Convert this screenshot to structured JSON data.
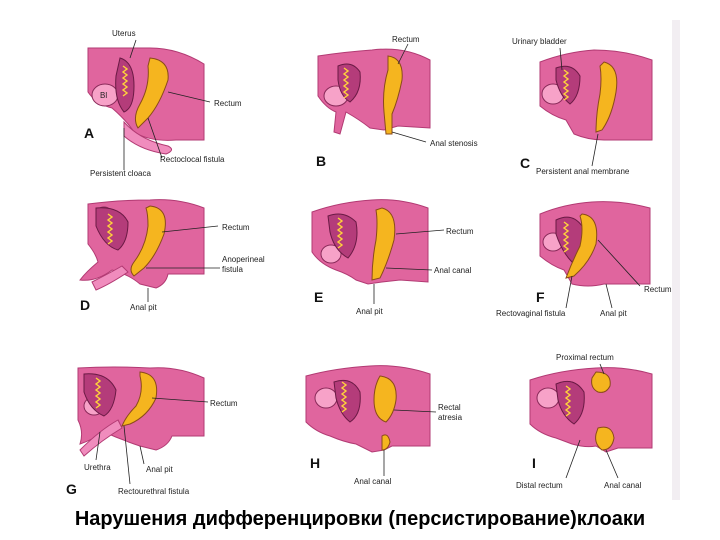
{
  "caption": "Нарушения дифференцировки (персистирование)клоаки",
  "colors": {
    "tissue": "#e0659e",
    "canal": "#f5b51f",
    "background": "#ffffff"
  },
  "panels": {
    "A": {
      "letter": "A",
      "labels": [
        "Uterus",
        "Rectum",
        "Rectoclocal fistula",
        "Persistent cloaca"
      ]
    },
    "B": {
      "letter": "B",
      "labels": [
        "Rectum",
        "Anal stenosis"
      ]
    },
    "C": {
      "letter": "C",
      "labels": [
        "Urinary bladder",
        "Persistent anal membrane"
      ]
    },
    "D": {
      "letter": "D",
      "labels": [
        "Rectum",
        "Anoperineal",
        "fistula",
        "Anal pit"
      ]
    },
    "E": {
      "letter": "E",
      "labels": [
        "Rectum",
        "Anal canal",
        "Anal pit"
      ]
    },
    "F": {
      "letter": "F",
      "labels": [
        "Rectum",
        "Rectovaginal fistula",
        "Anal pit"
      ]
    },
    "G": {
      "letter": "G",
      "labels": [
        "Rectum",
        "Urethra",
        "Anal pit",
        "Rectourethral fistula"
      ]
    },
    "H": {
      "letter": "H",
      "labels": [
        "Rectal",
        "atresia",
        "Anal canal"
      ]
    },
    "I": {
      "letter": "I",
      "labels": [
        "Proximal rectum",
        "Distal rectum",
        "Anal canal"
      ]
    }
  }
}
